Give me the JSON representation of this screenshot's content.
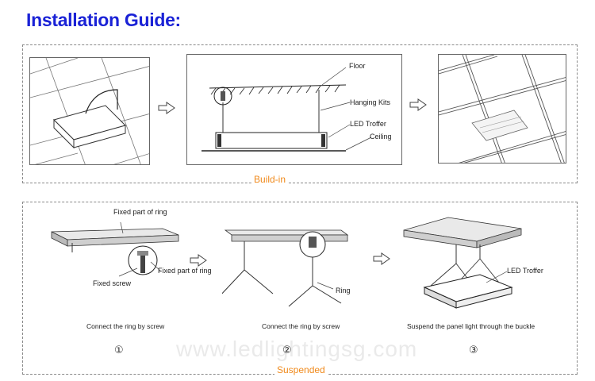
{
  "title": "Installation Guide:",
  "panels": {
    "build_in": {
      "label": "Build-in",
      "labels": {
        "floor": "Floor",
        "hanging_kits": "Hanging Kits",
        "led_troffer": "LED Troffer",
        "ceiling": "Ceiling"
      }
    },
    "suspended": {
      "label": "Suspended",
      "labels": {
        "fixed_part_top": "Fixed part of ring",
        "fixed_part_side": "Fixed part of ring",
        "fixed_screw": "Fixed screw",
        "ring": "Ring",
        "led_troffer": "LED Troffer"
      },
      "steps": [
        {
          "caption": "Connect the ring by screw",
          "number": "①"
        },
        {
          "caption": "Connect the ring by screw",
          "number": "②"
        },
        {
          "caption": "Suspend the panel light through the buckle",
          "number": "③"
        }
      ]
    }
  },
  "watermark": "www.ledlightingsg.com",
  "colors": {
    "title": "#1a22d6",
    "panel_label": "#f08a1c",
    "border": "#8a8a8a"
  }
}
